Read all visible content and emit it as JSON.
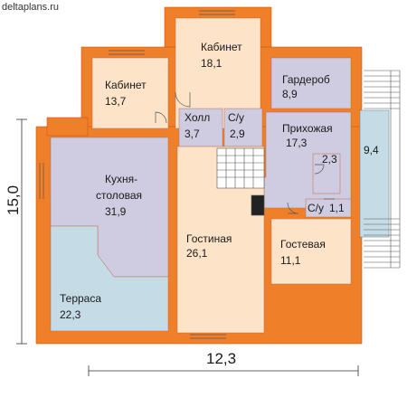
{
  "site": "deltaplans.ru",
  "rooms": {
    "kabinet_top": {
      "name": "Кабинет",
      "area": "18,1"
    },
    "kabinet_left": {
      "name": "Кабинет",
      "area": "13,7"
    },
    "garderob": {
      "name": "Гардероб",
      "area": "8,9"
    },
    "holl": {
      "name": "Холл",
      "area": "3,7"
    },
    "su_small": {
      "name": "С/у",
      "area": "2,9"
    },
    "prihozhaya": {
      "name": "Прихожая",
      "area": "17,3"
    },
    "kuhnya": {
      "name_line1": "Кухня-",
      "name_line2": "столовая",
      "area": "31,9"
    },
    "gostinaya": {
      "name": "Гостиная",
      "area": "26,1"
    },
    "gostevaya": {
      "name": "Гостевая",
      "area": "11,1"
    },
    "terrasa": {
      "name": "Терраса",
      "area": "22,3"
    },
    "closet": {
      "area": "2,3"
    },
    "su_entry": {
      "name": "С/у",
      "area": "1,1"
    },
    "veranda": {
      "area": "9,4"
    }
  },
  "dimensions": {
    "width": "12,3",
    "height": "15,0"
  },
  "colors": {
    "wall": "#f07f2a",
    "wall_stroke": "#c85a10",
    "room_peach": "#fde3c7",
    "room_lavender": "#cfcbe0",
    "room_blue": "#c5dce6"
  }
}
